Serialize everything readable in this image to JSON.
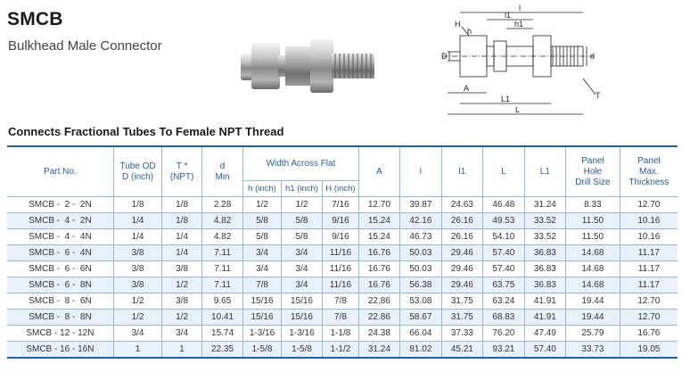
{
  "header": {
    "title": "SMCB",
    "subtitle": "Bulkhead Male Connector"
  },
  "drawing_labels": {
    "l": "l",
    "l1": "l1",
    "h1": "h1",
    "H": "H",
    "h": "h",
    "D": "D",
    "d": "d",
    "A": "A",
    "L1": "L1",
    "L": "L",
    "T": "T"
  },
  "section_title": "Connects Fractional  Tubes To Female NPT Thread",
  "table": {
    "headers": {
      "part_no": "Part No.",
      "tube_od": "Tube OD\nD (inch)",
      "t": "T *\n(NPT)",
      "d": "d\nMin",
      "width_across_flat": "Width Across Flat",
      "h": "h (inch)",
      "h1": "h1 (inch)",
      "H": "H (inch)",
      "A": "A",
      "l": "l",
      "l1": "l1",
      "L": "L",
      "L1": "L1",
      "panel_hole": "Panel\nHole\nDrill Size",
      "panel_max": "Panel\nMax.\nThickness"
    },
    "rows": [
      [
        "SMCB -  2 -  2N",
        "1/8",
        "1/8",
        "2.28",
        "1/2",
        "1/2",
        "7/16",
        "12.70",
        "39.87",
        "24.63",
        "46.48",
        "31.24",
        "8.33",
        "12.70"
      ],
      [
        "SMCB -  4 -  2N",
        "1/4",
        "1/8",
        "4.82",
        "5/8",
        "5/8",
        "9/16",
        "15.24",
        "42.16",
        "26.16",
        "49.53",
        "33.52",
        "11.50",
        "10.16"
      ],
      [
        "SMCB -  4 -  4N",
        "1/4",
        "1/4",
        "4.82",
        "5/8",
        "5/8",
        "9/16",
        "15.24",
        "46.73",
        "26.16",
        "54.10",
        "33.52",
        "11.50",
        "10.16"
      ],
      [
        "SMCB -  6 -  4N",
        "3/8",
        "1/4",
        "7.11",
        "3/4",
        "3/4",
        "11/16",
        "16.76",
        "50.03",
        "29.46",
        "57.40",
        "36.83",
        "14.68",
        "11.17"
      ],
      [
        "SMCB -  6 -  6N",
        "3/8",
        "3/8",
        "7.11",
        "3/4",
        "3/4",
        "11/16",
        "16.76",
        "50.03",
        "29.46",
        "57.40",
        "36.83",
        "14.68",
        "11.17"
      ],
      [
        "SMCB -  6 -  8N",
        "3/8",
        "1/2",
        "7.11",
        "7/8",
        "3/4",
        "11/16",
        "16.76",
        "56.38",
        "29.46",
        "63.75",
        "36.83",
        "14.68",
        "11.17"
      ],
      [
        "SMCB -  8 -  6N",
        "1/2",
        "3/8",
        "9.65",
        "15/16",
        "15/16",
        "7/8",
        "22.86",
        "53.08",
        "31.75",
        "63.24",
        "41.91",
        "19.44",
        "12.70"
      ],
      [
        "SMCB -  8 -  8N",
        "1/2",
        "1/2",
        "10.41",
        "15/16",
        "15/16",
        "7/8",
        "22.86",
        "58.67",
        "31.75",
        "68.83",
        "41.91",
        "19.44",
        "12.70"
      ],
      [
        "SMCB - 12 - 12N",
        "3/4",
        "3/4",
        "15.74",
        "1-3/16",
        "1-3/16",
        "1-1/8",
        "24.38",
        "66.04",
        "37.33",
        "76.20",
        "47.49",
        "25.79",
        "16.76"
      ],
      [
        "SMCB - 16 - 16N",
        "1",
        "1",
        "22.35",
        "1-5/8",
        "1-5/8",
        "1-1/2",
        "31.24",
        "81.02",
        "45.21",
        "93.21",
        "57.40",
        "33.73",
        "19.05"
      ]
    ]
  }
}
